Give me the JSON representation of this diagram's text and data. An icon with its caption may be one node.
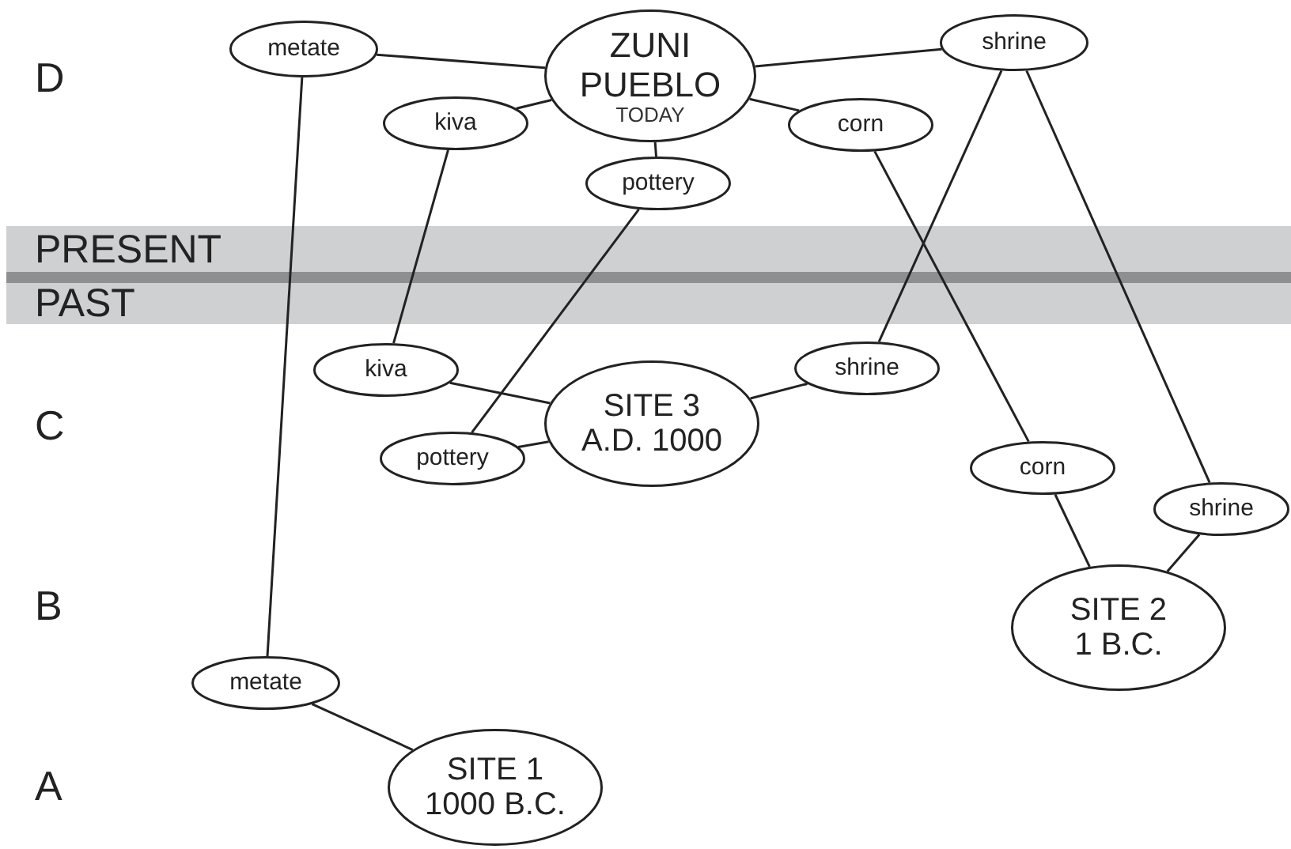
{
  "diagram": {
    "nodes": [
      {
        "text": [
          "ZUNI PUEBLO",
          "TODAY"
        ]
      },
      {
        "text": [
          "metate"
        ]
      },
      {
        "text": [
          "shrine"
        ]
      },
      {
        "text": [
          "kiva"
        ]
      },
      {
        "text": [
          "corn"
        ]
      },
      {
        "text": [
          "pottery"
        ]
      },
      {
        "text": [
          "kiva"
        ]
      },
      {
        "text": [
          "shrine"
        ]
      },
      {
        "text": [
          "SITE 3 A.D. 1000"
        ]
      },
      {
        "text": [
          "pottery"
        ]
      },
      {
        "text": [
          "corn"
        ]
      },
      {
        "text": [
          "shrine"
        ]
      },
      {
        "text": [
          "SITE 2 1 B.C."
        ]
      },
      {
        "text": [
          "metate"
        ]
      },
      {
        "text": [
          "SITE 1 1000 B.C."
        ]
      }
    ],
    "edges": [
      {
        "from": 1,
        "to": 0,
        "arrow": "none"
      },
      {
        "from": 0,
        "to": 2,
        "arrow": "none"
      },
      {
        "from": 3,
        "to": 0,
        "arrow": "none"
      },
      {
        "from": 0,
        "to": 4,
        "arrow": "none"
      },
      {
        "from": 0,
        "to": 5,
        "arrow": "none"
      },
      {
        "from": 1,
        "to": 13,
        "arrow": "none"
      },
      {
        "from": 3,
        "to": 6,
        "arrow": "none"
      },
      {
        "from": 5,
        "to": 9,
        "arrow": "none"
      },
      {
        "from": 2,
        "to": 7,
        "arrow": "none"
      },
      {
        "from": 4,
        "to": 10,
        "arrow": "none"
      },
      {
        "from": 2,
        "to": 11,
        "arrow": "none"
      },
      {
        "from": 6,
        "to": 8,
        "arrow": "none"
      },
      {
        "from": 9,
        "to": 8,
        "arrow": "none"
      },
      {
        "from": 8,
        "to": 7,
        "arrow": "none"
      },
      {
        "from": 10,
        "to": 12,
        "arrow": "none"
      },
      {
        "from": 11,
        "to": 12,
        "arrow": "none"
      },
      {
        "from": 13,
        "to": 14,
        "arrow": "none"
      }
    ],
    "labels": [
      "D",
      "PRESENT",
      "PAST",
      "C",
      "B",
      "A"
    ]
  }
}
